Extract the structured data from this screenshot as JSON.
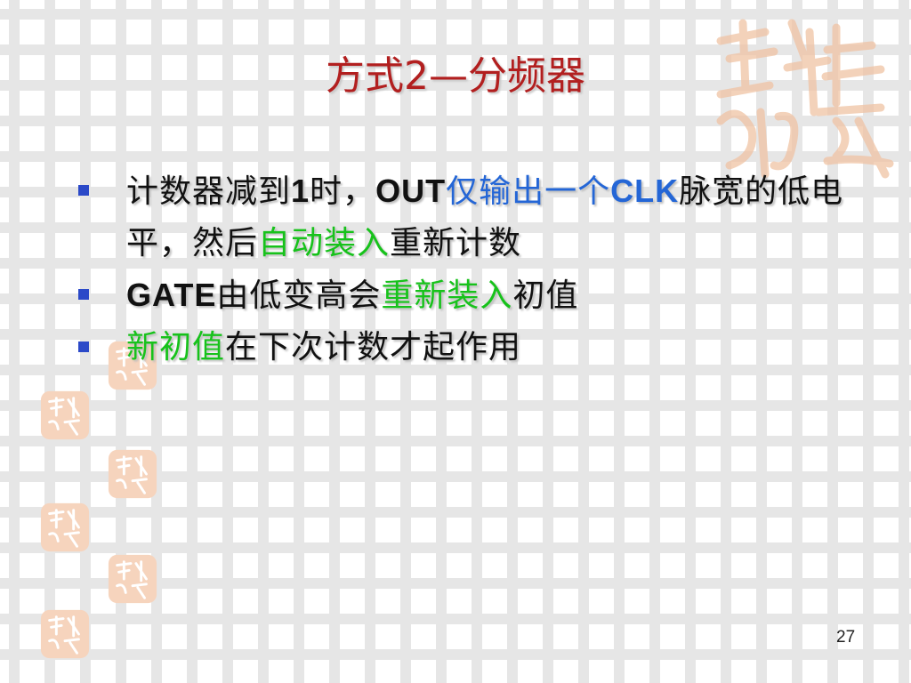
{
  "slide": {
    "title": "方式2—分频器",
    "page_number": "27",
    "bullets": [
      {
        "runs": [
          {
            "text": "计数器减到",
            "style": "normal"
          },
          {
            "text": "1",
            "style": "bold"
          },
          {
            "text": "时，",
            "style": "normal"
          },
          {
            "text": "OUT",
            "style": "bold"
          },
          {
            "text": "仅输出一个",
            "style": "blue"
          },
          {
            "text": "CLK",
            "style": "blue-bold"
          },
          {
            "text": "脉宽的低电平，然后",
            "style": "normal"
          },
          {
            "text": "自动装入",
            "style": "green"
          },
          {
            "text": "重新计数",
            "style": "normal"
          }
        ]
      },
      {
        "runs": [
          {
            "text": "GATE",
            "style": "bold"
          },
          {
            "text": "由低变高会",
            "style": "normal"
          },
          {
            "text": "重新装入",
            "style": "green"
          },
          {
            "text": "初值",
            "style": "normal"
          }
        ]
      },
      {
        "runs": [
          {
            "text": "新初值",
            "style": "green"
          },
          {
            "text": "在下次计数才起作用",
            "style": "normal"
          }
        ]
      }
    ],
    "colors": {
      "title": "#b21f1f",
      "blue_text": "#2466d6",
      "green_text": "#17c21b",
      "bullet_marker": "#2b49c8",
      "seal": "#e8a67a"
    }
  }
}
